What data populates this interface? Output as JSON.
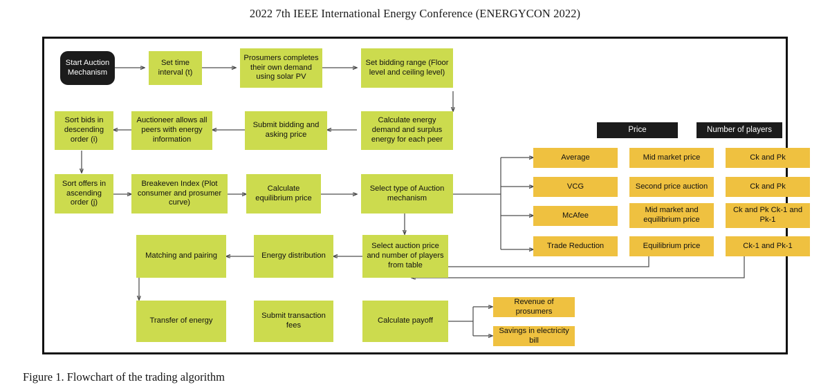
{
  "header": {
    "running_title": "2022 7th IEEE International Energy Conference (ENERGYCON 2022)"
  },
  "caption": {
    "text": "Figure 1. Flowchart of the trading algorithm"
  },
  "colors": {
    "green": "#ccdb4e",
    "amber": "#efc140",
    "dark": "#1b1b1b",
    "frame": "#111111",
    "connector": "#4d4d4d",
    "page_background": "#ffffff"
  },
  "flowchart": {
    "nodes": {
      "start_auction": "Start Auction Mechanism",
      "set_time_interval": "Set time interval (t)",
      "prosumers_demand": "Prosumers completes their own demand using solar PV",
      "set_bidding_range": "Set bidding range (Floor level and ceiling level)",
      "calculate_energy_demand": "Calculate energy demand and surplus energy for each peer",
      "submit_bidding": "Submit bidding and asking price",
      "auctioneer_allows": "Auctioneer allows all peers with energy information",
      "sort_bids": "Sort bids in descending order (i)",
      "sort_offers": "Sort offers in ascending order (j)",
      "breakeven_index": "Breakeven Index (Plot consumer and prosumer curve)",
      "calculate_equilibrium": "Calculate equilibrium price",
      "select_auction_type": "Select type of Auction mechanism",
      "select_auction_price": "Select auction price and number of players from table",
      "energy_distribution": "Energy distribution",
      "matching_pairing": "Matching and pairing",
      "transfer_of_energy": "Transfer of energy",
      "submit_transaction_fees": "Submit transaction fees",
      "calculate_payoff": "Calculate payoff",
      "revenue_prosumers": "Revenue of prosumers",
      "savings_electricity": "Savings in electricity bill"
    }
  },
  "mechanism_table": {
    "column_headers": {
      "mechanism": "",
      "price": "Price",
      "players": "Number of players"
    },
    "rows": [
      {
        "mechanism": "Average",
        "price": "Mid market price",
        "players": "Ck and Pk"
      },
      {
        "mechanism": "VCG",
        "price": "Second price auction",
        "players": "Ck and Pk"
      },
      {
        "mechanism": "McAfee",
        "price": "Mid market and equilibrium price",
        "players": "Ck and Pk Ck-1 and Pk-1"
      },
      {
        "mechanism": "Trade Reduction",
        "price": "Equilibrium price",
        "players": "Ck-1 and Pk-1"
      }
    ]
  }
}
